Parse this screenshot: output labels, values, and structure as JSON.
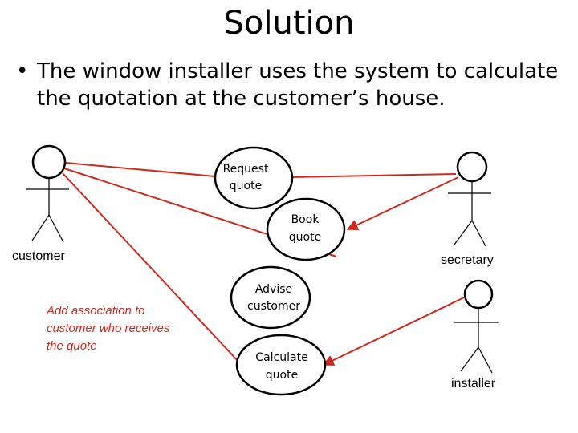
{
  "title": "Solution",
  "bullet": "The window installer uses the system to calculate the quotation at the customer’s house.",
  "diagram": {
    "actors": {
      "customer": "customer",
      "secretary": "secretary",
      "installer": "installer"
    },
    "use_cases": {
      "request_quote": [
        "Request",
        "quote"
      ],
      "book_quote": [
        "Book",
        "quote"
      ],
      "advise_customer": [
        "Advise",
        "customer"
      ],
      "calculate_quote": [
        "Calculate",
        "quote"
      ]
    },
    "note": [
      "Add association to",
      "customer who receives",
      "the quote"
    ],
    "colors": {
      "association": "#cc2a1e",
      "outline": "#000000"
    }
  }
}
